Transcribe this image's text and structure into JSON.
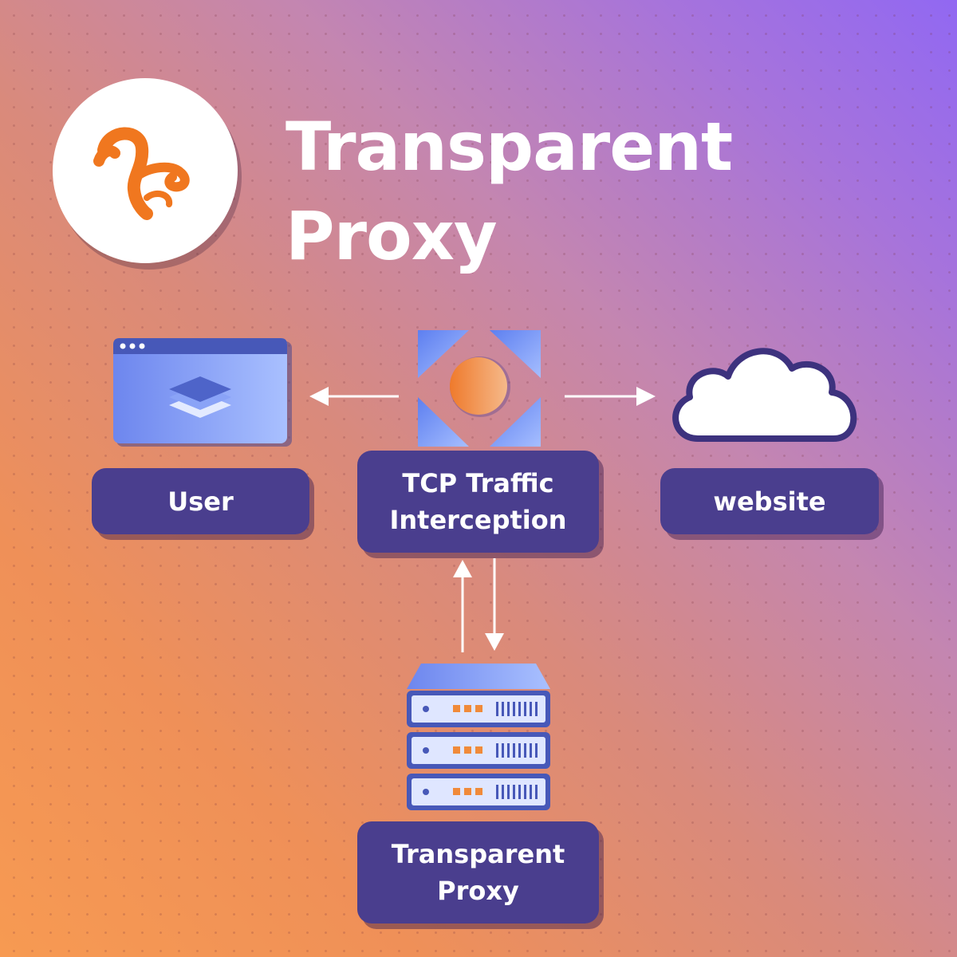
{
  "title": "Transparent\nProxy",
  "nodes": {
    "user": {
      "label": "User",
      "icon": "browser-window-icon"
    },
    "interceptor": {
      "label": "TCP Traffic\nInterception",
      "icon": "traffic-interception-icon"
    },
    "website": {
      "label": "website",
      "icon": "cloud-icon"
    },
    "proxy": {
      "label": "Transparent\nProxy",
      "icon": "server-rack-icon"
    }
  },
  "edges": [
    {
      "from": "interceptor",
      "to": "user"
    },
    {
      "from": "interceptor",
      "to": "website"
    },
    {
      "from": "interceptor",
      "to": "proxy"
    },
    {
      "from": "proxy",
      "to": "interceptor"
    }
  ],
  "colors": {
    "label_bg": "#4a3e8e",
    "logo_orange": "#f0771f",
    "icon_blue": "#6f8ff2",
    "gradient_start": "#f79a52",
    "gradient_end": "#9168f2"
  }
}
